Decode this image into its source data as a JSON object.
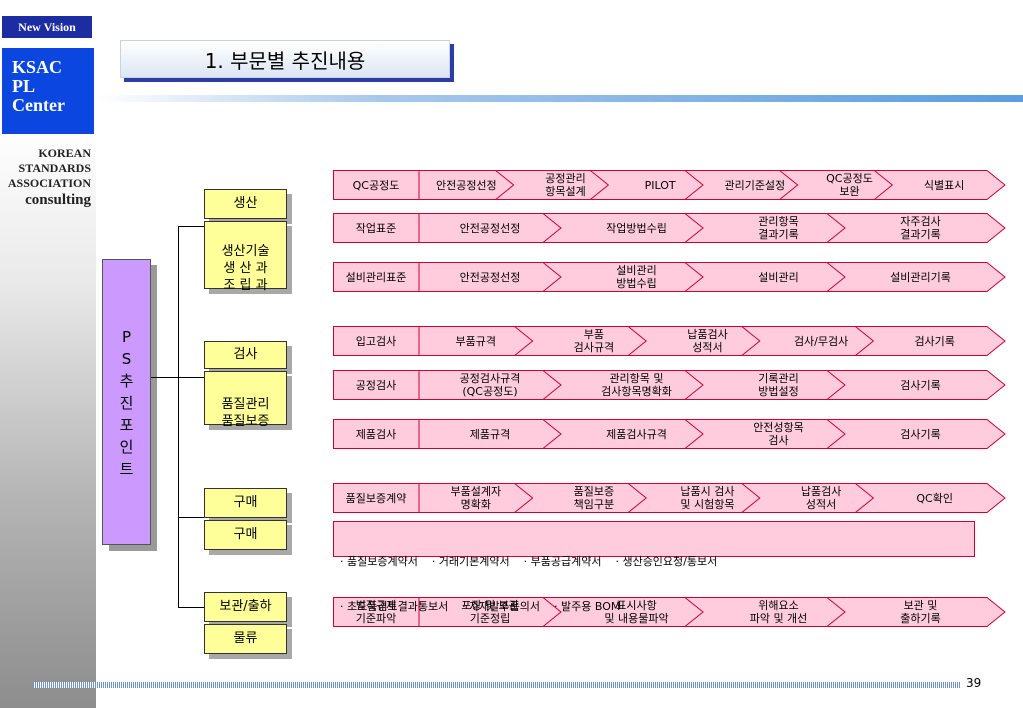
{
  "sidebar": {
    "new_vision": "New Vision",
    "ksac": [
      "KSAC",
      "PL",
      "Center"
    ],
    "org": [
      "KOREAN",
      "STANDARDS",
      "ASSOCIATION"
    ],
    "org_sub": "consulting"
  },
  "title": "1.  부문별 추진내용",
  "ps_box": "P\nS\n추\n진\n포\n인\n트",
  "categories": [
    {
      "id": "production",
      "head": "생산",
      "sub": "생산기술\n생 산 과\n조 립 과"
    },
    {
      "id": "inspection",
      "head": "검사",
      "sub": "품질관리\n품질보증"
    },
    {
      "id": "purchase",
      "head": "구매",
      "sub": "구매"
    },
    {
      "id": "storage",
      "head": "보관/출하",
      "sub": "물류"
    }
  ],
  "rows": [
    {
      "steps": [
        "QC공정도",
        "안전공정선정",
        "공정관리\n항목설계",
        "PILOT",
        "관리기준설정",
        "QC공정도\n보완",
        "식별표시"
      ]
    },
    {
      "steps": [
        "작업표준",
        "안전공정선정",
        "작업방법수립",
        "관리항목\n결과기록",
        "자주검사\n결과기록"
      ]
    },
    {
      "steps": [
        "설비관리표준",
        "안전공정선정",
        "설비관리\n방법수립",
        "설비관리",
        "설비관리기록"
      ]
    },
    {
      "steps": [
        "입고검사",
        "부품규격",
        "부품\n검사규격",
        "납품검사\n성적서",
        "검사/무검사",
        "검사기록"
      ]
    },
    {
      "steps": [
        "공정검사",
        "공정검사규격\n(QC공정도)",
        "관리항목 및\n검사항목명확화",
        "기록관리\n방법설정",
        "검사기록"
      ]
    },
    {
      "steps": [
        "제품검사",
        "제품규격",
        "제품검사규격",
        "안전성항목\n검사",
        "검사기록"
      ]
    },
    {
      "steps": [
        "품질보증계약",
        "부품설계자\n명확화",
        "품질보증\n책임구분",
        "납품시 검사\n및 시험항목",
        "납품검사\n성적서",
        "QC확인"
      ]
    },
    {
      "steps": [
        "법적규제\n기준파악",
        "포장 및 보관\n기준정립",
        "표시사항\n및 내용물파악",
        "위해요소\n파악 및 개선",
        "보관 및\n출하기록"
      ]
    }
  ],
  "purchase_notes": [
    "· 품질보증계약서    · 거래기본계약서    · 부품공급계약서    · 생산승인요청/통보서",
    "· 초도품검토결과통보서    · 자재발주품의서    · 발주용 BOM"
  ],
  "page_number": "39",
  "colors": {
    "step_fill": "#ffccdd",
    "step_border": "#cc0033",
    "category_fill": "#ffff99",
    "ps_fill": "#cc99ff",
    "brand_blue": "#0b46e0"
  }
}
